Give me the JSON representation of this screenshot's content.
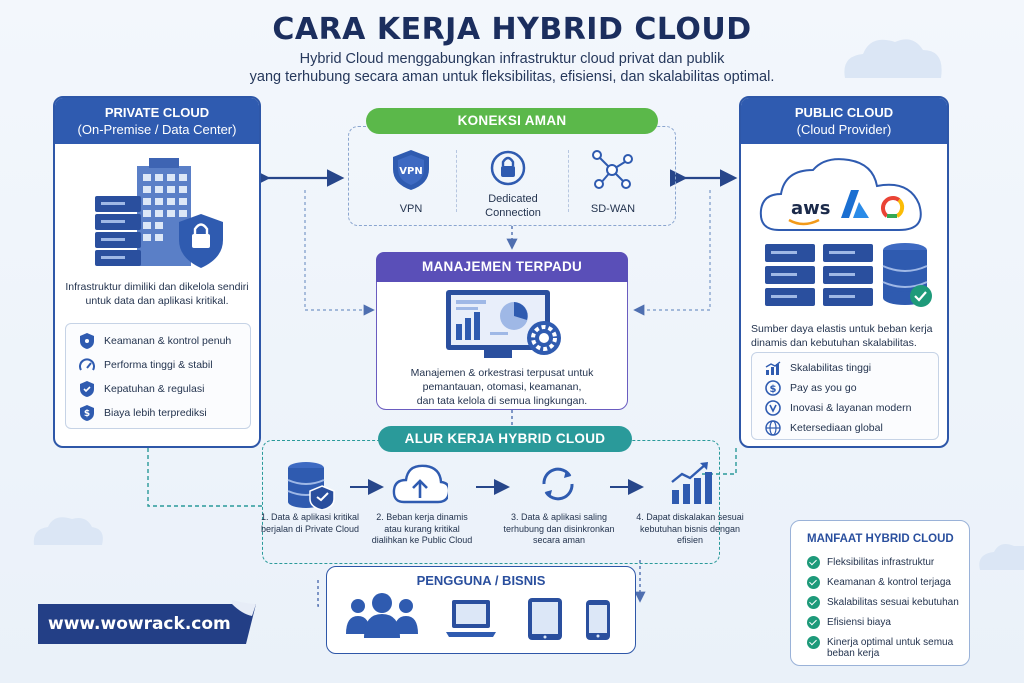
{
  "title": "CARA KERJA HYBRID CLOUD",
  "subtitle_line1": "Hybrid Cloud menggabungkan infrastruktur cloud privat dan publik",
  "subtitle_line2": "yang terhubung secara aman untuk fleksibilitas, efisiensi, dan skalabilitas optimal.",
  "private_cloud": {
    "title": "PRIVATE CLOUD",
    "subtitle": "(On-Premise / Data Center)",
    "desc_line1": "Infrastruktur dimiliki dan dikelola sendiri",
    "desc_line2": "untuk data dan aplikasi kritikal.",
    "items": [
      {
        "label": "Keamanan & kontrol penuh",
        "icon": "shield-icon"
      },
      {
        "label": "Performa tinggi & stabil",
        "icon": "speedometer-icon"
      },
      {
        "label": "Kepatuhan & regulasi",
        "icon": "check-shield-icon"
      },
      {
        "label": "Biaya lebih terprediksi",
        "icon": "dollar-shield-icon"
      }
    ]
  },
  "secure_connection": {
    "title": "KONEKSI AMAN",
    "items": [
      {
        "label": "VPN",
        "icon": "vpn-shield-icon"
      },
      {
        "label_line1": "Dedicated",
        "label_line2": "Connection",
        "icon": "lock-icon"
      },
      {
        "label": "SD-WAN",
        "icon": "network-nodes-icon"
      }
    ],
    "vpn_badge": "VPN"
  },
  "management": {
    "title": "MANAJEMEN TERPADU",
    "desc_line1": "Manajemen & orkestrasi terpusat untuk",
    "desc_line2": "pemantauan, otomasi, keamanan,",
    "desc_line3": "dan tata kelola di semua lingkungan."
  },
  "public_cloud": {
    "title": "PUBLIC CLOUD",
    "subtitle": "(Cloud Provider)",
    "aws_text": "aws",
    "desc_line1": "Sumber daya elastis untuk beban kerja",
    "desc_line2": "dinamis dan kebutuhan skalabilitas.",
    "items": [
      {
        "label": "Skalabilitas tinggi",
        "icon": "growth-chart-icon"
      },
      {
        "label": "Pay as you go",
        "icon": "dollar-icon"
      },
      {
        "label": "Inovasi & layanan modern",
        "icon": "rocket-icon"
      },
      {
        "label": "Ketersediaan global",
        "icon": "globe-icon"
      }
    ]
  },
  "workflow": {
    "title": "ALUR KERJA HYBRID CLOUD",
    "steps": [
      {
        "line1": "1. Data & aplikasi kritikal",
        "line2": "berjalan di Private Cloud",
        "line3": ""
      },
      {
        "line1": "2. Beban kerja dinamis",
        "line2": "atau kurang kritikal",
        "line3": "dialihkan ke Public Cloud"
      },
      {
        "line1": "3. Data & aplikasi saling",
        "line2": "terhubung dan disinkronkan",
        "line3": "secara aman"
      },
      {
        "line1": "4. Dapat diskalakan sesuai",
        "line2": "kebutuhan bisnis dengan",
        "line3": "efisien"
      }
    ]
  },
  "users": {
    "title": "PENGGUNA / BISNIS"
  },
  "benefits": {
    "title": "MANFAAT HYBRID CLOUD",
    "items": [
      {
        "line1": "Fleksibilitas infrastruktur",
        "line2": ""
      },
      {
        "line1": "Keamanan & kontrol terjaga",
        "line2": ""
      },
      {
        "line1": "Skalabilitas sesuai kebutuhan",
        "line2": ""
      },
      {
        "line1": "Efisiensi biaya",
        "line2": ""
      },
      {
        "line1": "Kinerja optimal untuk semua",
        "line2": "beban kerja"
      }
    ]
  },
  "brand": "www.wowrack.com",
  "colors": {
    "navy": "#2f5bb0",
    "green": "#5bb84a",
    "purple": "#5a4fb8",
    "teal": "#2a9a9a",
    "check": "#1e9a7a"
  }
}
